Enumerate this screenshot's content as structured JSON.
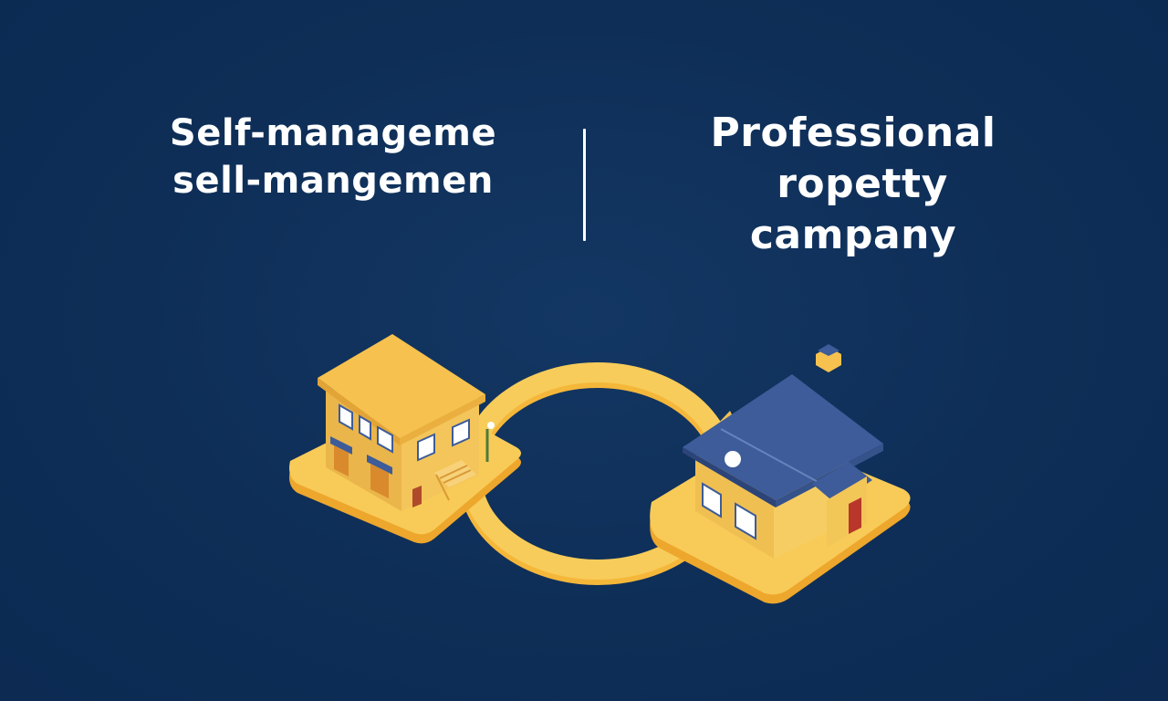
{
  "left_heading": {
    "line1": "Self-manageme",
    "line2": "sell-mangemen"
  },
  "right_heading": {
    "line1": "Professional",
    "line2": "ropetty",
    "line3": "campany"
  },
  "colors": {
    "background": "#0f305a",
    "accent_yellow": "#f7c64f",
    "roof_blue": "#3d5c99",
    "text": "#ffffff"
  },
  "illustration": {
    "left_icon": "townhouse-icon",
    "right_icon": "house-icon",
    "connector": "loop-path"
  }
}
